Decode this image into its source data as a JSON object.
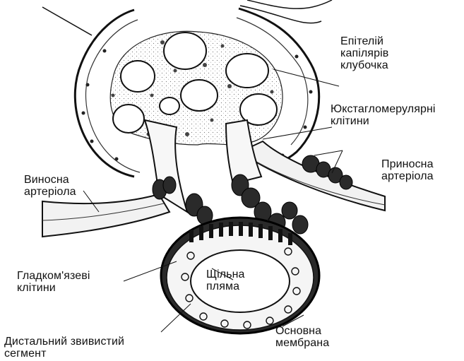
{
  "labels": {
    "epithelium": [
      "Епітелій",
      "капілярів",
      "клубочка"
    ],
    "juxtaglomerular": [
      "Юкстагломерулярні",
      "клітини"
    ],
    "afferent": [
      "Приносна",
      "артеріола"
    ],
    "efferent": [
      "Виносна",
      "артеріола"
    ],
    "smooth_muscle": [
      "Гладком'язеві",
      "клітини"
    ],
    "macula_densa": [
      "Щільна",
      "пляма"
    ],
    "distal_segment": [
      "Дистальний звивистий",
      "сегмент"
    ],
    "basement_membrane": [
      "Основна",
      "мембрана"
    ]
  },
  "colors": {
    "ink": "#111111",
    "paper": "#ffffff",
    "dark_cells": "#2a2a2a",
    "tissue": "#f2f2f2"
  }
}
